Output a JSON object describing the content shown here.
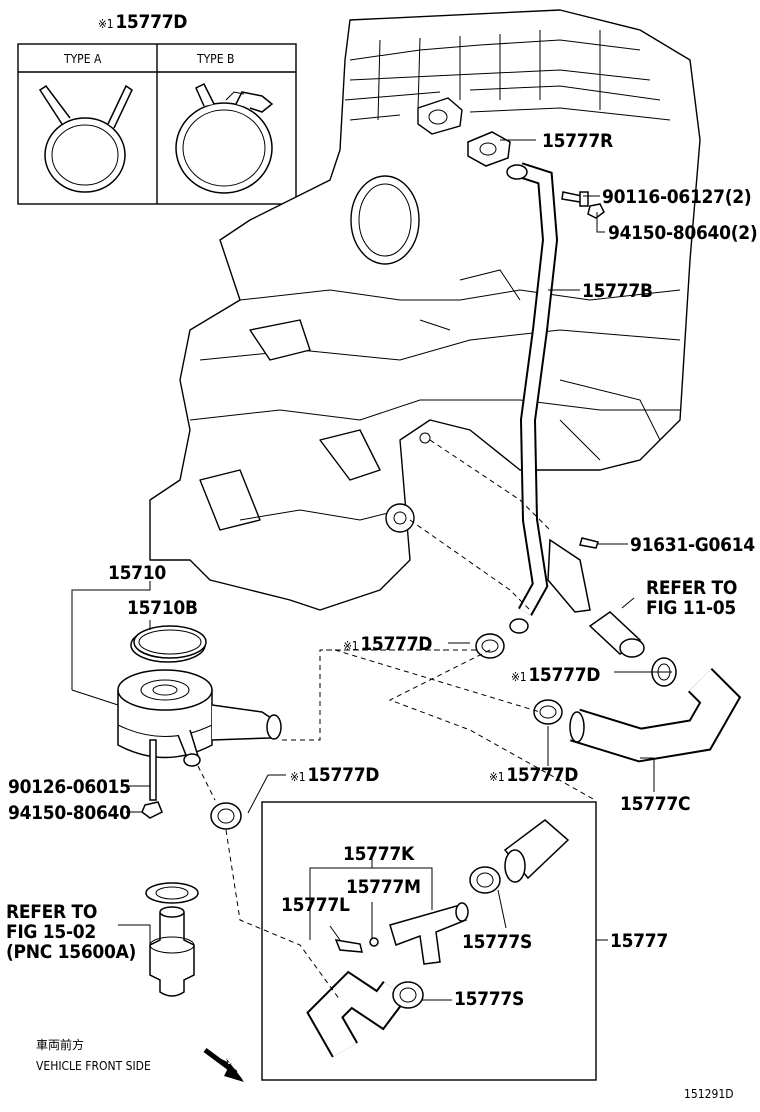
{
  "labels": {
    "clamp_header": "15777D",
    "mark": "※1",
    "type_a": "TYPE A",
    "type_b": "TYPE B",
    "p15777R": "15777R",
    "p90116": "90116-06127(2)",
    "p94150_2": "94150-80640(2)",
    "p15777B": "15777B",
    "p91631": "91631-G0614",
    "refer_to_1": "REFER TO",
    "fig_11_05": "FIG 11-05",
    "p15710": "15710",
    "p15710B": "15710B",
    "p15777D_a": "15777D",
    "p15777D_b": "15777D",
    "p15777D_c": "15777D",
    "p15777D_d": "15777D",
    "p90126": "90126-06015",
    "p94150": "94150-80640",
    "p15777C": "15777C",
    "p15777K": "15777K",
    "p15777M": "15777M",
    "p15777L": "15777L",
    "p15777S_a": "15777S",
    "p15777S_b": "15777S",
    "p15777": "15777",
    "refer_to_2": "REFER TO",
    "fig_15_02": "FIG 15-02",
    "pnc": "(PNC 15600A)",
    "front_jp": "車両前方",
    "front_en": "VEHICLE FRONT SIDE",
    "diagram_id": "151291D"
  }
}
